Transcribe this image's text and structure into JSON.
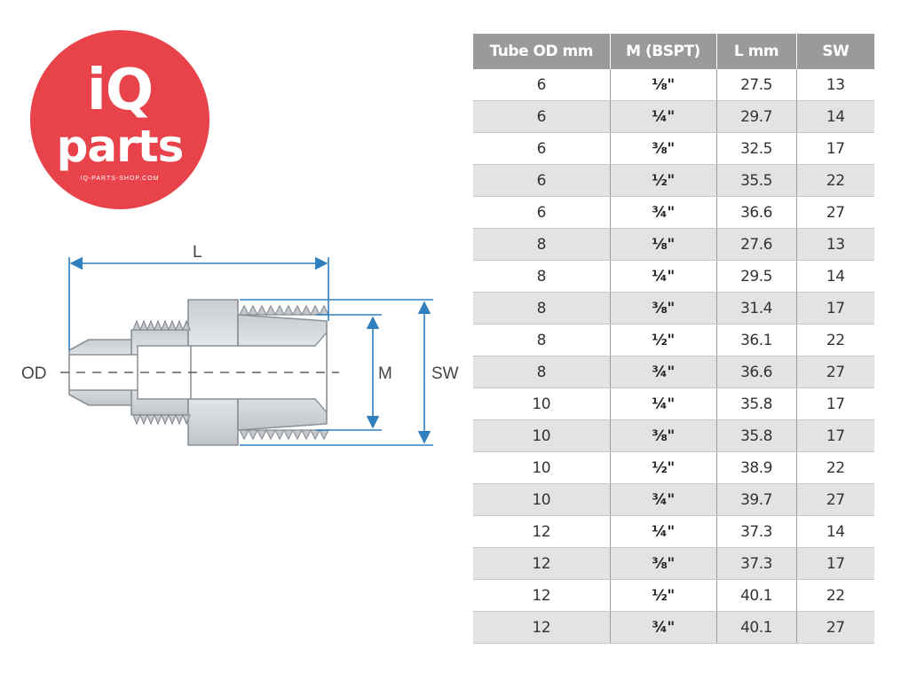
{
  "logo": {
    "line1": "iQ",
    "line2": "parts",
    "url": "IQ-PARTS-SHOP.COM",
    "color": "#e8424a"
  },
  "drawing": {
    "label_length": "L",
    "label_od": "OD",
    "label_thread": "M",
    "label_wrench": "SW",
    "dimension_color": "#2f7fbf"
  },
  "table": {
    "columns": [
      "Tube OD mm",
      "M (BSPT)",
      "L mm",
      "SW"
    ],
    "rows": [
      [
        "6",
        "⅛\"",
        "27.5",
        "13"
      ],
      [
        "6",
        "¼\"",
        "29.7",
        "14"
      ],
      [
        "6",
        "⅜\"",
        "32.5",
        "17"
      ],
      [
        "6",
        "½\"",
        "35.5",
        "22"
      ],
      [
        "6",
        "¾\"",
        "36.6",
        "27"
      ],
      [
        "8",
        "⅛\"",
        "27.6",
        "13"
      ],
      [
        "8",
        "¼\"",
        "29.5",
        "14"
      ],
      [
        "8",
        "⅜\"",
        "31.4",
        "17"
      ],
      [
        "8",
        "½\"",
        "36.1",
        "22"
      ],
      [
        "8",
        "¾\"",
        "36.6",
        "27"
      ],
      [
        "10",
        "¼\"",
        "35.8",
        "17"
      ],
      [
        "10",
        "⅜\"",
        "35.8",
        "17"
      ],
      [
        "10",
        "½\"",
        "38.9",
        "22"
      ],
      [
        "10",
        "¾\"",
        "39.7",
        "27"
      ],
      [
        "12",
        "¼\"",
        "37.3",
        "14"
      ],
      [
        "12",
        "⅜\"",
        "37.3",
        "17"
      ],
      [
        "12",
        "½\"",
        "40.1",
        "22"
      ],
      [
        "12",
        "¾\"",
        "40.1",
        "27"
      ]
    ]
  }
}
